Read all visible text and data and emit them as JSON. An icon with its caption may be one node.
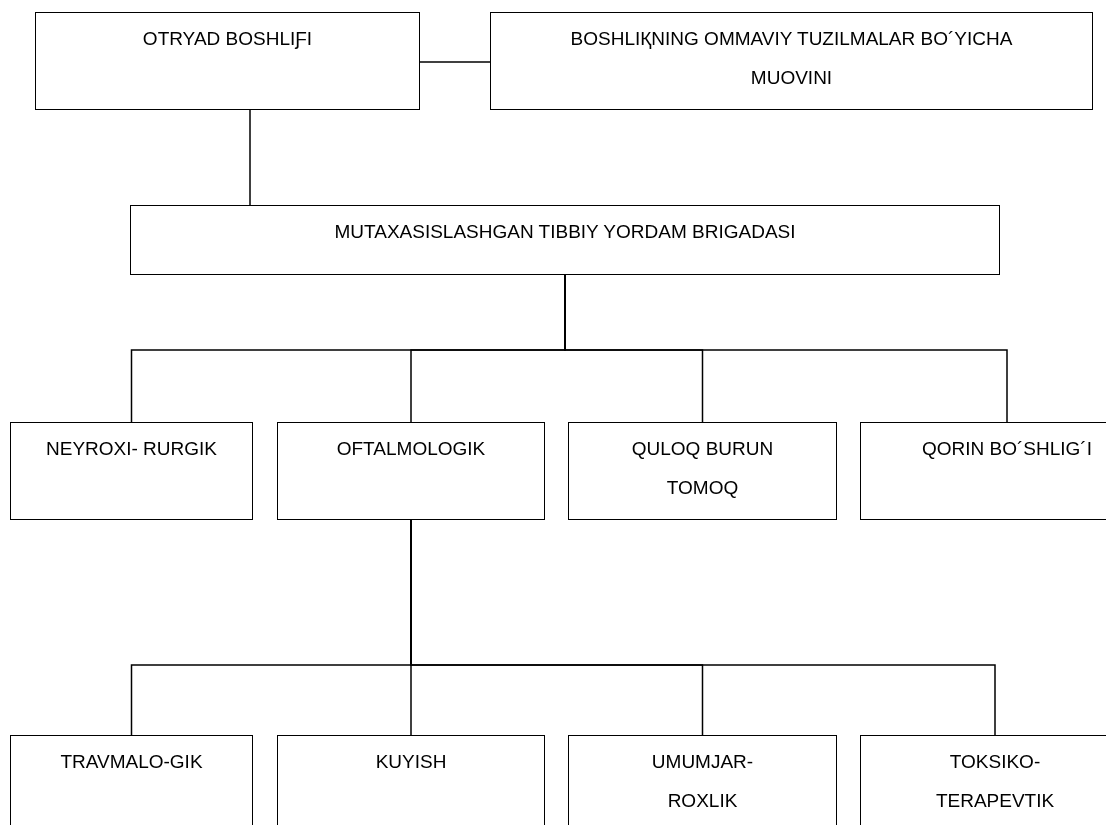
{
  "diagram": {
    "nodes": [
      {
        "text": [
          "OTRYAD BOSHLIƑI"
        ]
      },
      {
        "text": [
          "BOSHLIҚNING OMMAVIY TUZILMALAR BO´YICHA MUOVINI"
        ]
      },
      {
        "text": [
          "MUTAXASISLASHGAN TIBBIY YORDAM BRIGADASI"
        ]
      },
      {
        "text": [
          "NEYROXI- RURGIK"
        ]
      },
      {
        "text": [
          "OFTALMOLOGIK"
        ]
      },
      {
        "text": [
          "QULOQ BURUN TOMOQ"
        ]
      },
      {
        "text": [
          "QORIN BO´SHLIG´I"
        ]
      },
      {
        "text": [
          "TRAVMALO-GIK"
        ]
      },
      {
        "text": [
          "KUYISH"
        ]
      },
      {
        "text": [
          "UMUMJAR- ROXLIK"
        ]
      },
      {
        "text": [
          "TOKSIKO- TERAPEVTIK"
        ]
      }
    ],
    "edges": [
      {
        "from": 0,
        "to": 1,
        "arrow": "none"
      },
      {
        "from": 0,
        "to": 2,
        "arrow": "none"
      },
      {
        "from": 2,
        "to": 3,
        "arrow": "none"
      },
      {
        "from": 2,
        "to": 4,
        "arrow": "none"
      },
      {
        "from": 2,
        "to": 5,
        "arrow": "none"
      },
      {
        "from": 2,
        "to": 6,
        "arrow": "none"
      },
      {
        "from": 4,
        "to": 7,
        "arrow": "none"
      },
      {
        "from": 4,
        "to": 8,
        "arrow": "none"
      },
      {
        "from": 4,
        "to": 9,
        "arrow": "none"
      },
      {
        "from": 4,
        "to": 10,
        "arrow": "none"
      }
    ]
  }
}
